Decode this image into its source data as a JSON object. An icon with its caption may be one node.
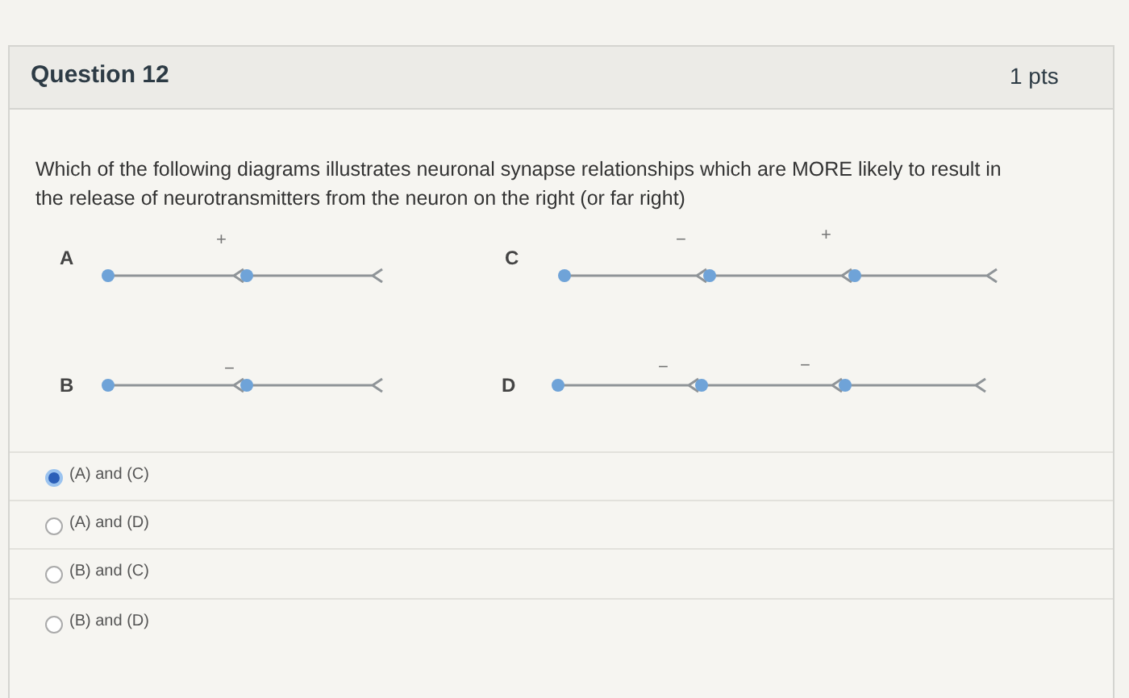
{
  "diagram": {
    "title": "Question 12",
    "labels": [
      "1 pts",
      "Which of the following diagrams illustrates neuronal synapse relationships which are MORE likely to result in the release of neurotransmitters from the neuron on the right (or far right)",
      "A",
      "+",
      "C",
      "−",
      "+",
      "B",
      "−",
      "D",
      "−",
      "−",
      "(A) and (C)",
      "(A) and (D)",
      "(B) and (C)",
      "(B) and (D)"
    ]
  }
}
